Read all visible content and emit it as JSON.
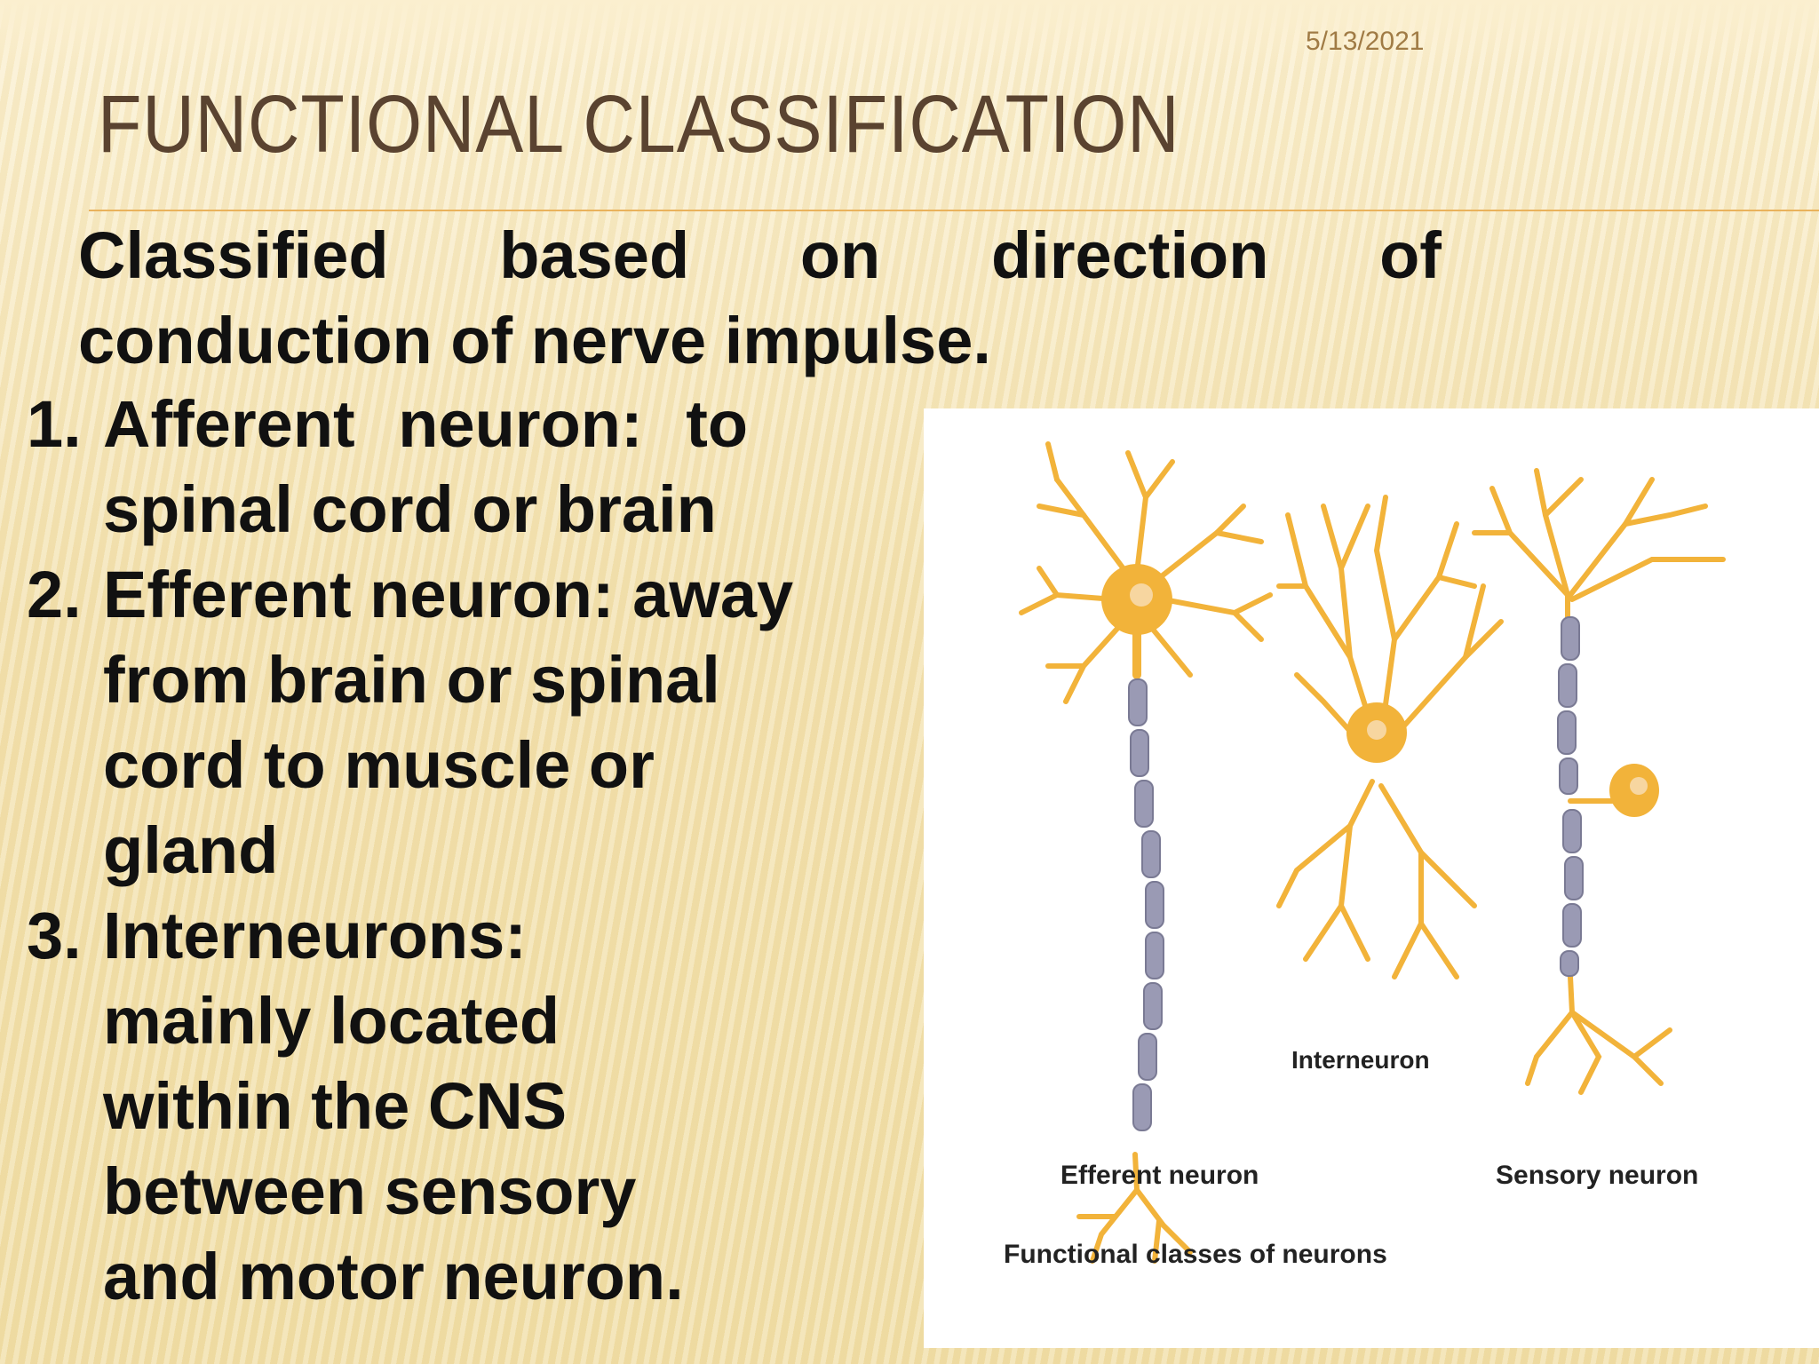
{
  "slide": {
    "date": "5/13/2021",
    "title": "FUNCTIONAL CLASSIFICATION",
    "intro": {
      "words": [
        "Classified",
        "based",
        "on",
        "direction",
        "of"
      ],
      "line2": "conduction of nerve impulse."
    },
    "items": [
      {
        "num": "1.",
        "lines": [
          "Afferent neuron: to",
          "spinal cord or brain"
        ]
      },
      {
        "num": "2.",
        "lines": [
          "Efferent neuron: away",
          "from brain or spinal",
          "cord to muscle or",
          "gland"
        ]
      },
      {
        "num": "3.",
        "lines": [
          "Interneurons:",
          "mainly located",
          "within the CNS",
          "between sensory",
          "and motor neuron."
        ]
      }
    ]
  },
  "figure": {
    "label_interneuron": "Interneuron",
    "label_efferent": "Efferent neuron",
    "label_sensory": "Sensory neuron",
    "caption": "Functional classes of neurons"
  },
  "colors": {
    "neuron": "#f2b33a",
    "myelin": "#9a9ab4",
    "title": "#5a4330",
    "rule": "#e9b25c"
  }
}
